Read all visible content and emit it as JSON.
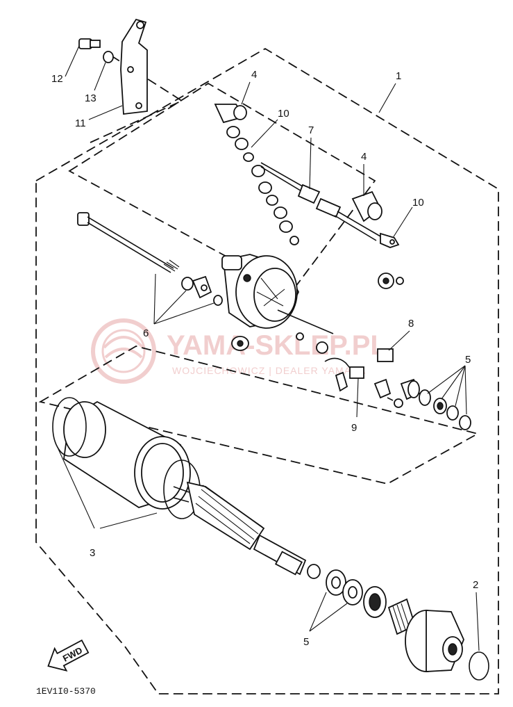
{
  "diagram": {
    "callouts": {
      "c1": "1",
      "c2": "2",
      "c3": "3",
      "c4a": "4",
      "c4b": "4",
      "c5a": "5",
      "c5b": "5",
      "c6": "6",
      "c7": "7",
      "c8": "8",
      "c9": "9",
      "c10a": "10",
      "c10b": "10",
      "c11": "11",
      "c12": "12",
      "c13": "13"
    },
    "fwd_label": "FWD",
    "figure_code": "1EV1I0-5370",
    "watermark": {
      "brand": "YAMA-SKLEP.PL",
      "subtitle": "WOJCIECHOWICZ | DEALER YAMAHA"
    }
  }
}
